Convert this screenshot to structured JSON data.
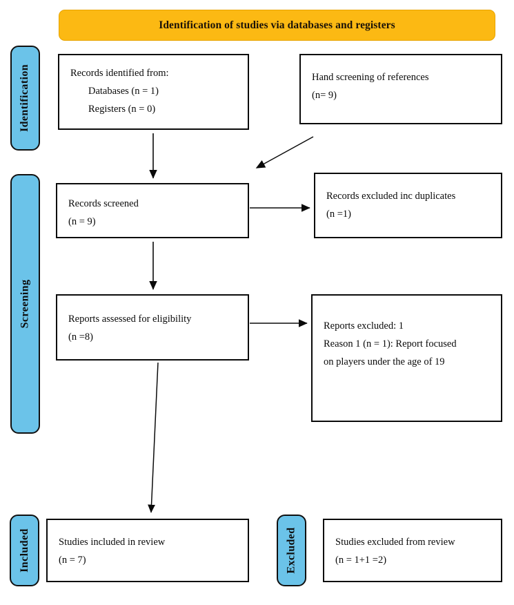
{
  "banner": {
    "label": "Identification of studies via databases and registers",
    "color": "#FCB913"
  },
  "stages": {
    "color": "#6BC3E9",
    "identification": "Identification",
    "screening": "Screening",
    "included": "Included",
    "excluded": "Excluded"
  },
  "nodes": {
    "records_identified": {
      "line1": "Records identified from:",
      "line2": "Databases (n = 1)",
      "line3": "Registers (n = 0)"
    },
    "hand_screening": {
      "line1": "Hand screening of references",
      "line2": "(n= 9)"
    },
    "records_screened": {
      "line1": "Records screened",
      "line2": "(n = 9)"
    },
    "records_excluded": {
      "line1": "Records excluded inc duplicates",
      "line2": "(n =1)"
    },
    "reports_assessed": {
      "line1": "Reports assessed for eligibility",
      "line2": "(n =8)"
    },
    "reports_excluded": {
      "line1": "Reports excluded: 1",
      "line2": "Reason 1 (n = 1): Report focused",
      "line3": "on players under the age of 19"
    },
    "studies_included": {
      "line1": "Studies included in review",
      "line2": "(n = 7)"
    },
    "studies_excluded": {
      "line1": "Studies excluded from review",
      "line2": "(n = 1+1 =2)"
    }
  }
}
